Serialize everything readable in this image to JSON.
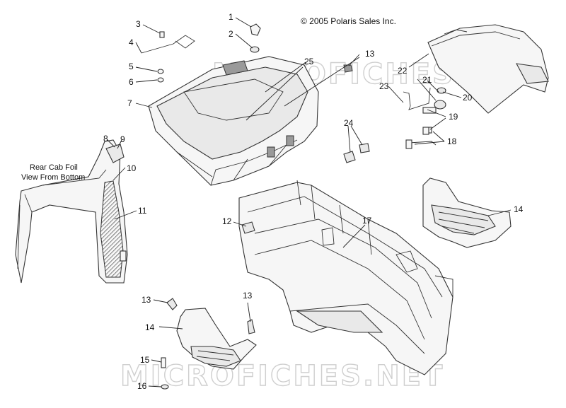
{
  "copyright": "© 2005 Polaris Sales Inc.",
  "caption_line1": "Rear Cab Foil",
  "caption_line2": "View From Bottom",
  "watermark_top": "MICROFICHES.NET",
  "watermark_bottom": "MICROFICHES.NET",
  "callouts": [
    "1",
    "2",
    "3",
    "4",
    "5",
    "6",
    "7",
    "8",
    "9",
    "10",
    "11",
    "12",
    "13",
    "13",
    "13",
    "14",
    "14",
    "15",
    "16",
    "17",
    "18",
    "19",
    "20",
    "21",
    "22",
    "23",
    "24",
    "25"
  ]
}
